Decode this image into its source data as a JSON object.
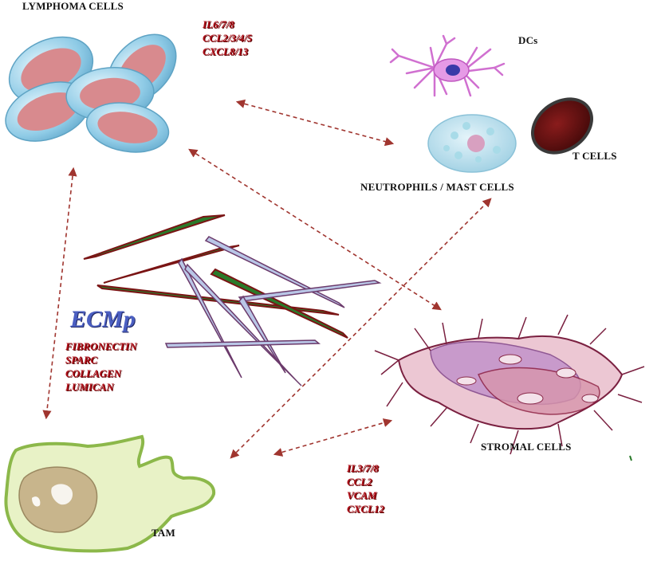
{
  "labels": {
    "lymphoma": "LYMPHOMA CELLS",
    "dcs": "DCs",
    "tcells": "T CELLS",
    "neutrophils": "NEUTROPHILS / MAST CELLS",
    "stromal": "STROMAL CELLS",
    "tam": "TAM"
  },
  "lymphoma_factors": [
    "IL6/7/8",
    "CCL2/3/4/5",
    "CXCL8/13"
  ],
  "ecmp": {
    "title": "ECMp",
    "items": [
      "FIBRONECTIN",
      "SPARC",
      "COLLAGEN",
      "LUMICAN"
    ]
  },
  "stromal_factors": [
    "IL3/7/8",
    "CCL2",
    "VCAM",
    "CXCL12"
  ],
  "colors": {
    "arrow": "#a0352f",
    "factor_text": "#b0101a",
    "ecmp_title": "#4b5fc2",
    "lymphoma_outer": "#8fcbe6",
    "lymphoma_inner": "#d88a8e",
    "tam_body": "#e8f2c6",
    "tam_nucleus": "#c8b58c"
  }
}
